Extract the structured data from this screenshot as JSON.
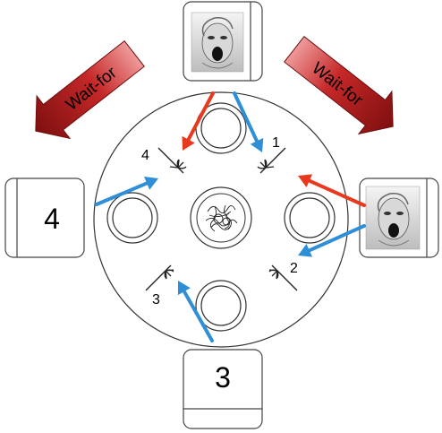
{
  "seats": {
    "top": {
      "content": "photo",
      "photo_alt": "screaming-face"
    },
    "right": {
      "content": "photo",
      "photo_alt": "screaming-face"
    },
    "left": {
      "label": "4"
    },
    "bottom": {
      "label": "3"
    }
  },
  "forks": {
    "fork_1": "1",
    "fork_2": "2",
    "fork_3": "3",
    "fork_4": "4"
  },
  "big_arrows": {
    "left": {
      "label": "Wait-for"
    },
    "right": {
      "label": "Wait-for"
    }
  },
  "colors": {
    "request_arrow": "#e8391e",
    "hold_arrow": "#2f8fd6",
    "wait_for_arrow": "#b71c1c"
  }
}
